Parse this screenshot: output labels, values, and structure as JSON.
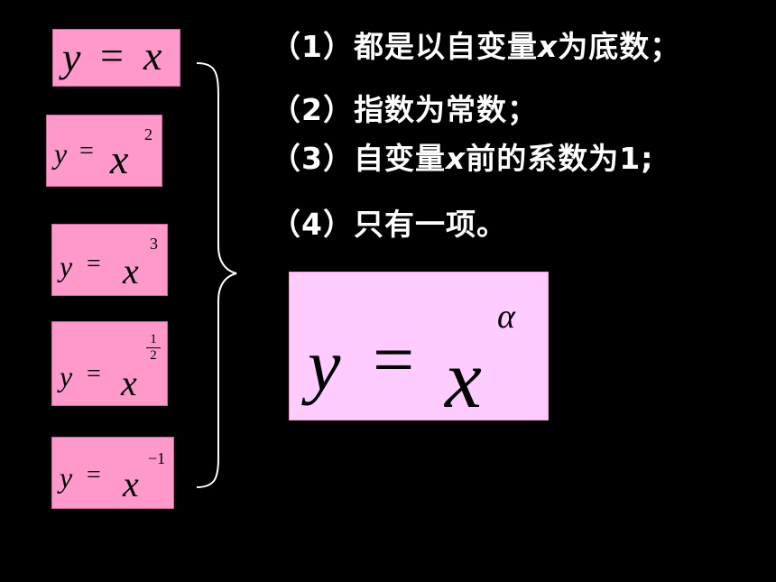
{
  "formulas": [
    {
      "lhs": "y",
      "eq": "=",
      "rhs": "x"
    },
    {
      "lhs": "y",
      "eq": "=",
      "base": "x",
      "exp": "2"
    },
    {
      "lhs": "y",
      "eq": "=",
      "base": "x",
      "exp": "3"
    },
    {
      "lhs": "y",
      "eq": "=",
      "base": "x",
      "exp_num": "1",
      "exp_den": "2"
    },
    {
      "lhs": "y",
      "eq": "=",
      "base": "x",
      "exp": "−1"
    }
  ],
  "properties": [
    {
      "prefix": "（1）都是以自变量",
      "var": "x",
      "suffix": "为底数；"
    },
    {
      "prefix": "（2）指数为常数；"
    },
    {
      "prefix": "（3）自变量",
      "var": "x",
      "suffix": "前的系数为1;"
    },
    {
      "prefix": "（4）只有一项。"
    }
  ],
  "general_form": {
    "lhs": "y",
    "eq": "=",
    "base": "x",
    "exp": "α"
  },
  "colors": {
    "box_fill": "#ff99cc",
    "big_box_fill": "#ffccff",
    "background": "#000000",
    "text": "#ffffff"
  }
}
